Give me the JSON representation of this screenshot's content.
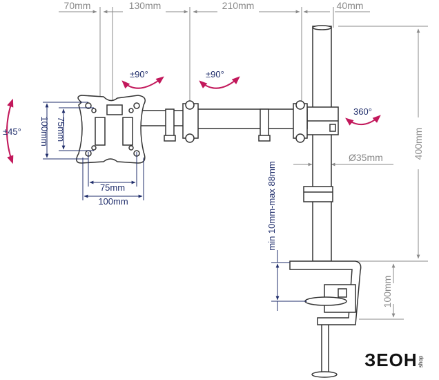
{
  "dimensions": {
    "top": [
      "70mm",
      "130mm",
      "210mm",
      "40mm"
    ],
    "pole_height": "400mm",
    "pole_diameter": "Ø35mm",
    "clamp_depth": "100mm",
    "desk_thickness": "min 10mm-max 88mm",
    "vesa_inner_h": "75mm",
    "vesa_outer_h": "100mm",
    "vesa_inner_v": "75mm",
    "vesa_outer_v": "100mm"
  },
  "rotations": {
    "tilt": "±45°",
    "swivel_head": "±90°",
    "swivel_arm": "±90°",
    "pole_rotation": "360°"
  },
  "branding": {
    "logo": "ЗЕОН",
    "logo_sub": "shop"
  },
  "colors": {
    "grey": "#8a8a8a",
    "navy": "#1f2d6b",
    "magenta": "#c2185b",
    "line": "#333333"
  }
}
